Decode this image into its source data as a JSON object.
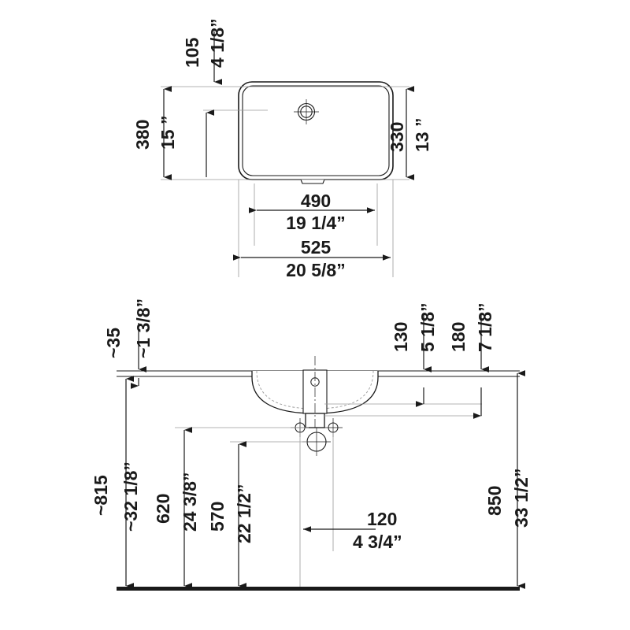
{
  "drawing": {
    "type": "technical-dimension-drawing",
    "subject": "undermount rectangular washbasin",
    "views": [
      {
        "name": "top-view",
        "description": "plan view of rounded rectangular basin with overflow hole"
      },
      {
        "name": "front-section-view",
        "description": "front elevation / cross section of basin with counter, mounting holes and floor line"
      }
    ],
    "units": {
      "primary": "mm",
      "secondary": "inch"
    },
    "line_color": "#1a1a1a",
    "background": "#ffffff"
  },
  "top_view": {
    "dim_105": {
      "metric": "105",
      "imperial": "4 1/8”"
    },
    "dim_380": {
      "metric": "380",
      "imperial": "15 ”"
    },
    "dim_330": {
      "metric": "330",
      "imperial": "13 ”"
    },
    "dim_490": {
      "metric": "490",
      "imperial": "19 1/4”"
    },
    "dim_525": {
      "metric": "525",
      "imperial": "20 5/8”"
    }
  },
  "section_view": {
    "dim_35": {
      "metric": "~35",
      "imperial": "~1 3/8”"
    },
    "dim_130": {
      "metric": "130",
      "imperial": "5 1/8”"
    },
    "dim_180": {
      "metric": "180",
      "imperial": "7 1/8”"
    },
    "dim_815": {
      "metric": "~815",
      "imperial": "~32 1/8”"
    },
    "dim_620": {
      "metric": "620",
      "imperial": "24 3/8”"
    },
    "dim_570": {
      "metric": "570",
      "imperial": "22 1/2”"
    },
    "dim_120": {
      "metric": "120",
      "imperial": "4 3/4”"
    },
    "dim_850": {
      "metric": "850",
      "imperial": "33 1/2”"
    }
  }
}
